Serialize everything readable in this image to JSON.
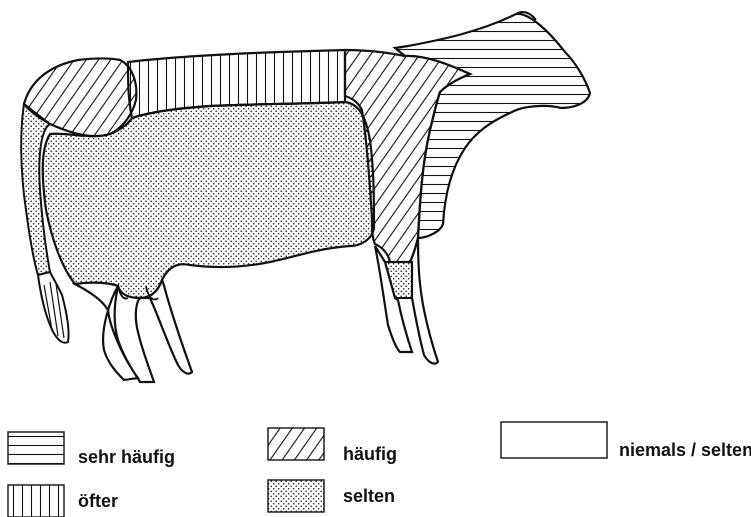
{
  "diagram": {
    "regions": [
      {
        "id": "head-neck",
        "frequency": "sehr häufig"
      },
      {
        "id": "back",
        "frequency": "öfter"
      },
      {
        "id": "rump",
        "frequency": "häufig"
      },
      {
        "id": "shoulder-foreleg",
        "frequency": "häufig"
      },
      {
        "id": "belly-flank",
        "frequency": "selten"
      },
      {
        "id": "tail",
        "frequency": "selten"
      },
      {
        "id": "lower-legs",
        "frequency": "niemals / selten"
      }
    ],
    "colors": {
      "outline": "#111111",
      "background": "#ffffff",
      "fill": "#111111"
    }
  },
  "legend": {
    "items": [
      {
        "pattern": "horizontal-lines",
        "label": "sehr häufig"
      },
      {
        "pattern": "vertical-lines",
        "label": "öfter"
      },
      {
        "pattern": "diagonal-lines",
        "label": "häufig"
      },
      {
        "pattern": "dots",
        "label": "selten"
      },
      {
        "pattern": "blank",
        "label": "niemals / selten"
      }
    ]
  }
}
